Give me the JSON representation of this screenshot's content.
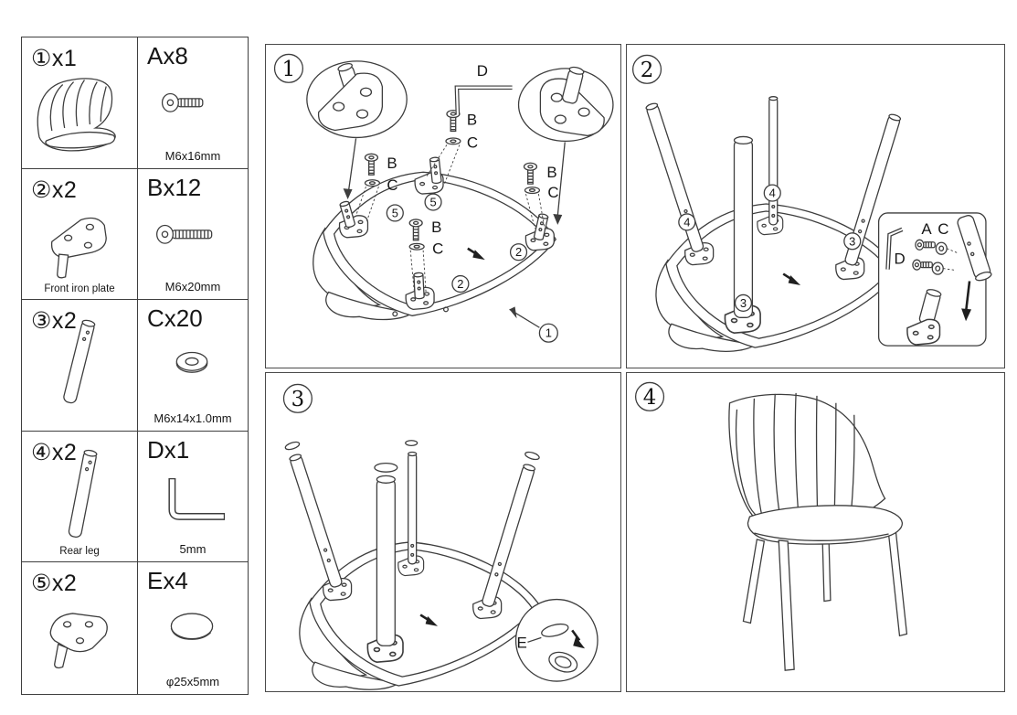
{
  "colors": {
    "line": "#3d3d3d",
    "border": "#3f3f3f",
    "background": "#ffffff",
    "arrow": "#1f1f1f"
  },
  "parts_table": {
    "rows": [
      {
        "item_label": "①x1",
        "item_caption": "",
        "item_icon": "seat-shell-icon",
        "hw_label": "Ax8",
        "hw_icon": "screw-a-icon",
        "hw_spec": "M6x16mm"
      },
      {
        "item_label": "②x2",
        "item_caption": "Front iron plate",
        "item_icon": "front-iron-plate-icon",
        "hw_label": "Bx12",
        "hw_icon": "screw-b-icon",
        "hw_spec": "M6x20mm"
      },
      {
        "item_label": "③x2",
        "item_caption": "",
        "item_icon": "front-leg-icon",
        "hw_label": "Cx20",
        "hw_icon": "washer-icon",
        "hw_spec": "M6x14x1.0mm"
      },
      {
        "item_label": "④x2",
        "item_caption": "Rear leg",
        "item_icon": "rear-leg-icon",
        "hw_label": "Dx1",
        "hw_icon": "allen-key-icon",
        "hw_spec": "5mm"
      },
      {
        "item_label": "⑤x2",
        "item_caption": "",
        "item_icon": "rear-iron-plate-icon",
        "hw_label": "Ex4",
        "hw_icon": "foot-pad-icon",
        "hw_spec": "φ25x5mm"
      }
    ]
  },
  "steps": {
    "one": {
      "num": "1",
      "allen_label": "D",
      "screw_label": "B",
      "washer_label": "C",
      "rear_plate_ref": "5",
      "front_plate_ref": "2",
      "seat_ref": "1"
    },
    "two": {
      "num": "2",
      "rear_leg_ref": "4",
      "front_leg_ref": "3",
      "inset_screw_label": "A",
      "inset_washer_label": "C",
      "inset_allen_label": "D"
    },
    "three": {
      "num": "3",
      "cap_label": "E"
    },
    "four": {
      "num": "4"
    }
  }
}
